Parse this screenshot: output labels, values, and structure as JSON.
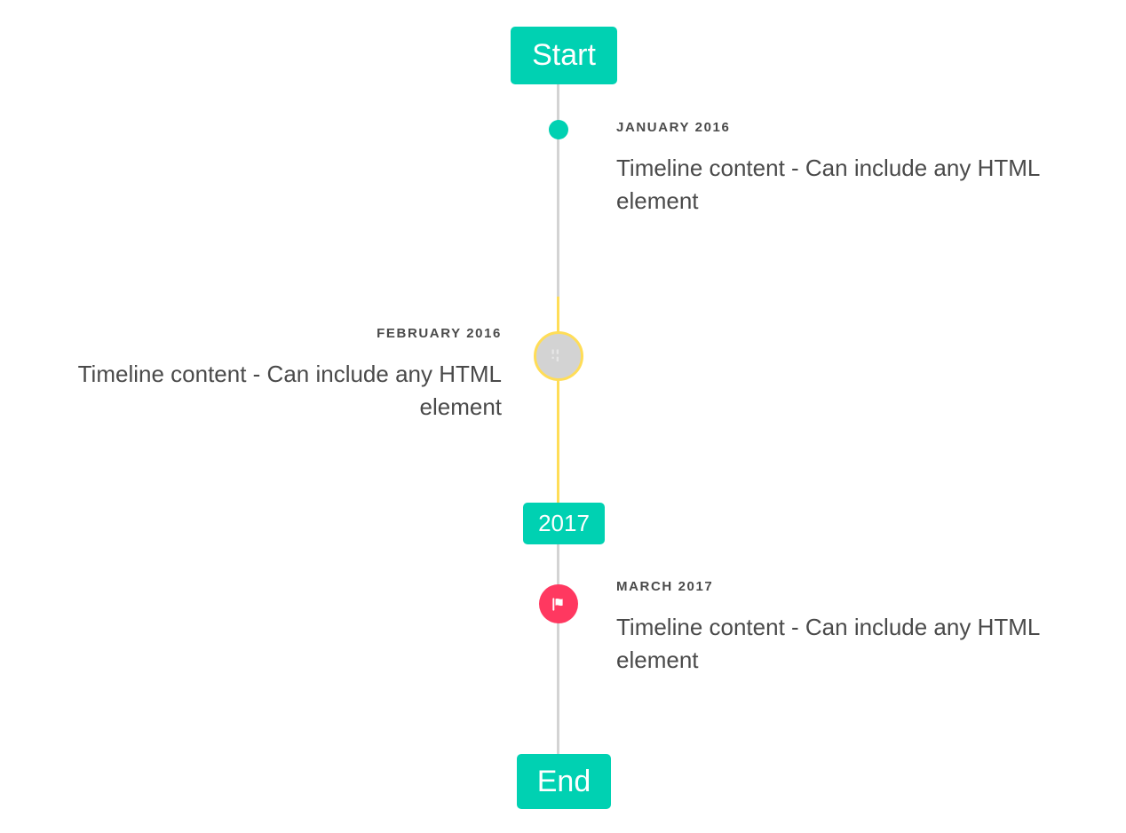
{
  "timeline": {
    "start_label": "Start",
    "end_label": "End",
    "mid_label": "2017",
    "colors": {
      "accent_teal": "#00d1b2",
      "rail_gray": "#d3d3d3",
      "rail_yellow": "#ffdd57",
      "marker_pink": "#ff3860",
      "text": "#4a4a4a",
      "background": "#ffffff"
    },
    "items": [
      {
        "heading": "JANUARY 2016",
        "body": "Timeline content - Can include any HTML element",
        "side": "right",
        "marker": "teal-dot"
      },
      {
        "heading": "FEBRUARY 2016",
        "body": "Timeline content - Can include any HTML element",
        "side": "left",
        "marker": "image-disc"
      },
      {
        "heading": "MARCH 2017",
        "body": "Timeline content - Can include any HTML element",
        "side": "right",
        "marker": "flag-icon"
      }
    ]
  }
}
